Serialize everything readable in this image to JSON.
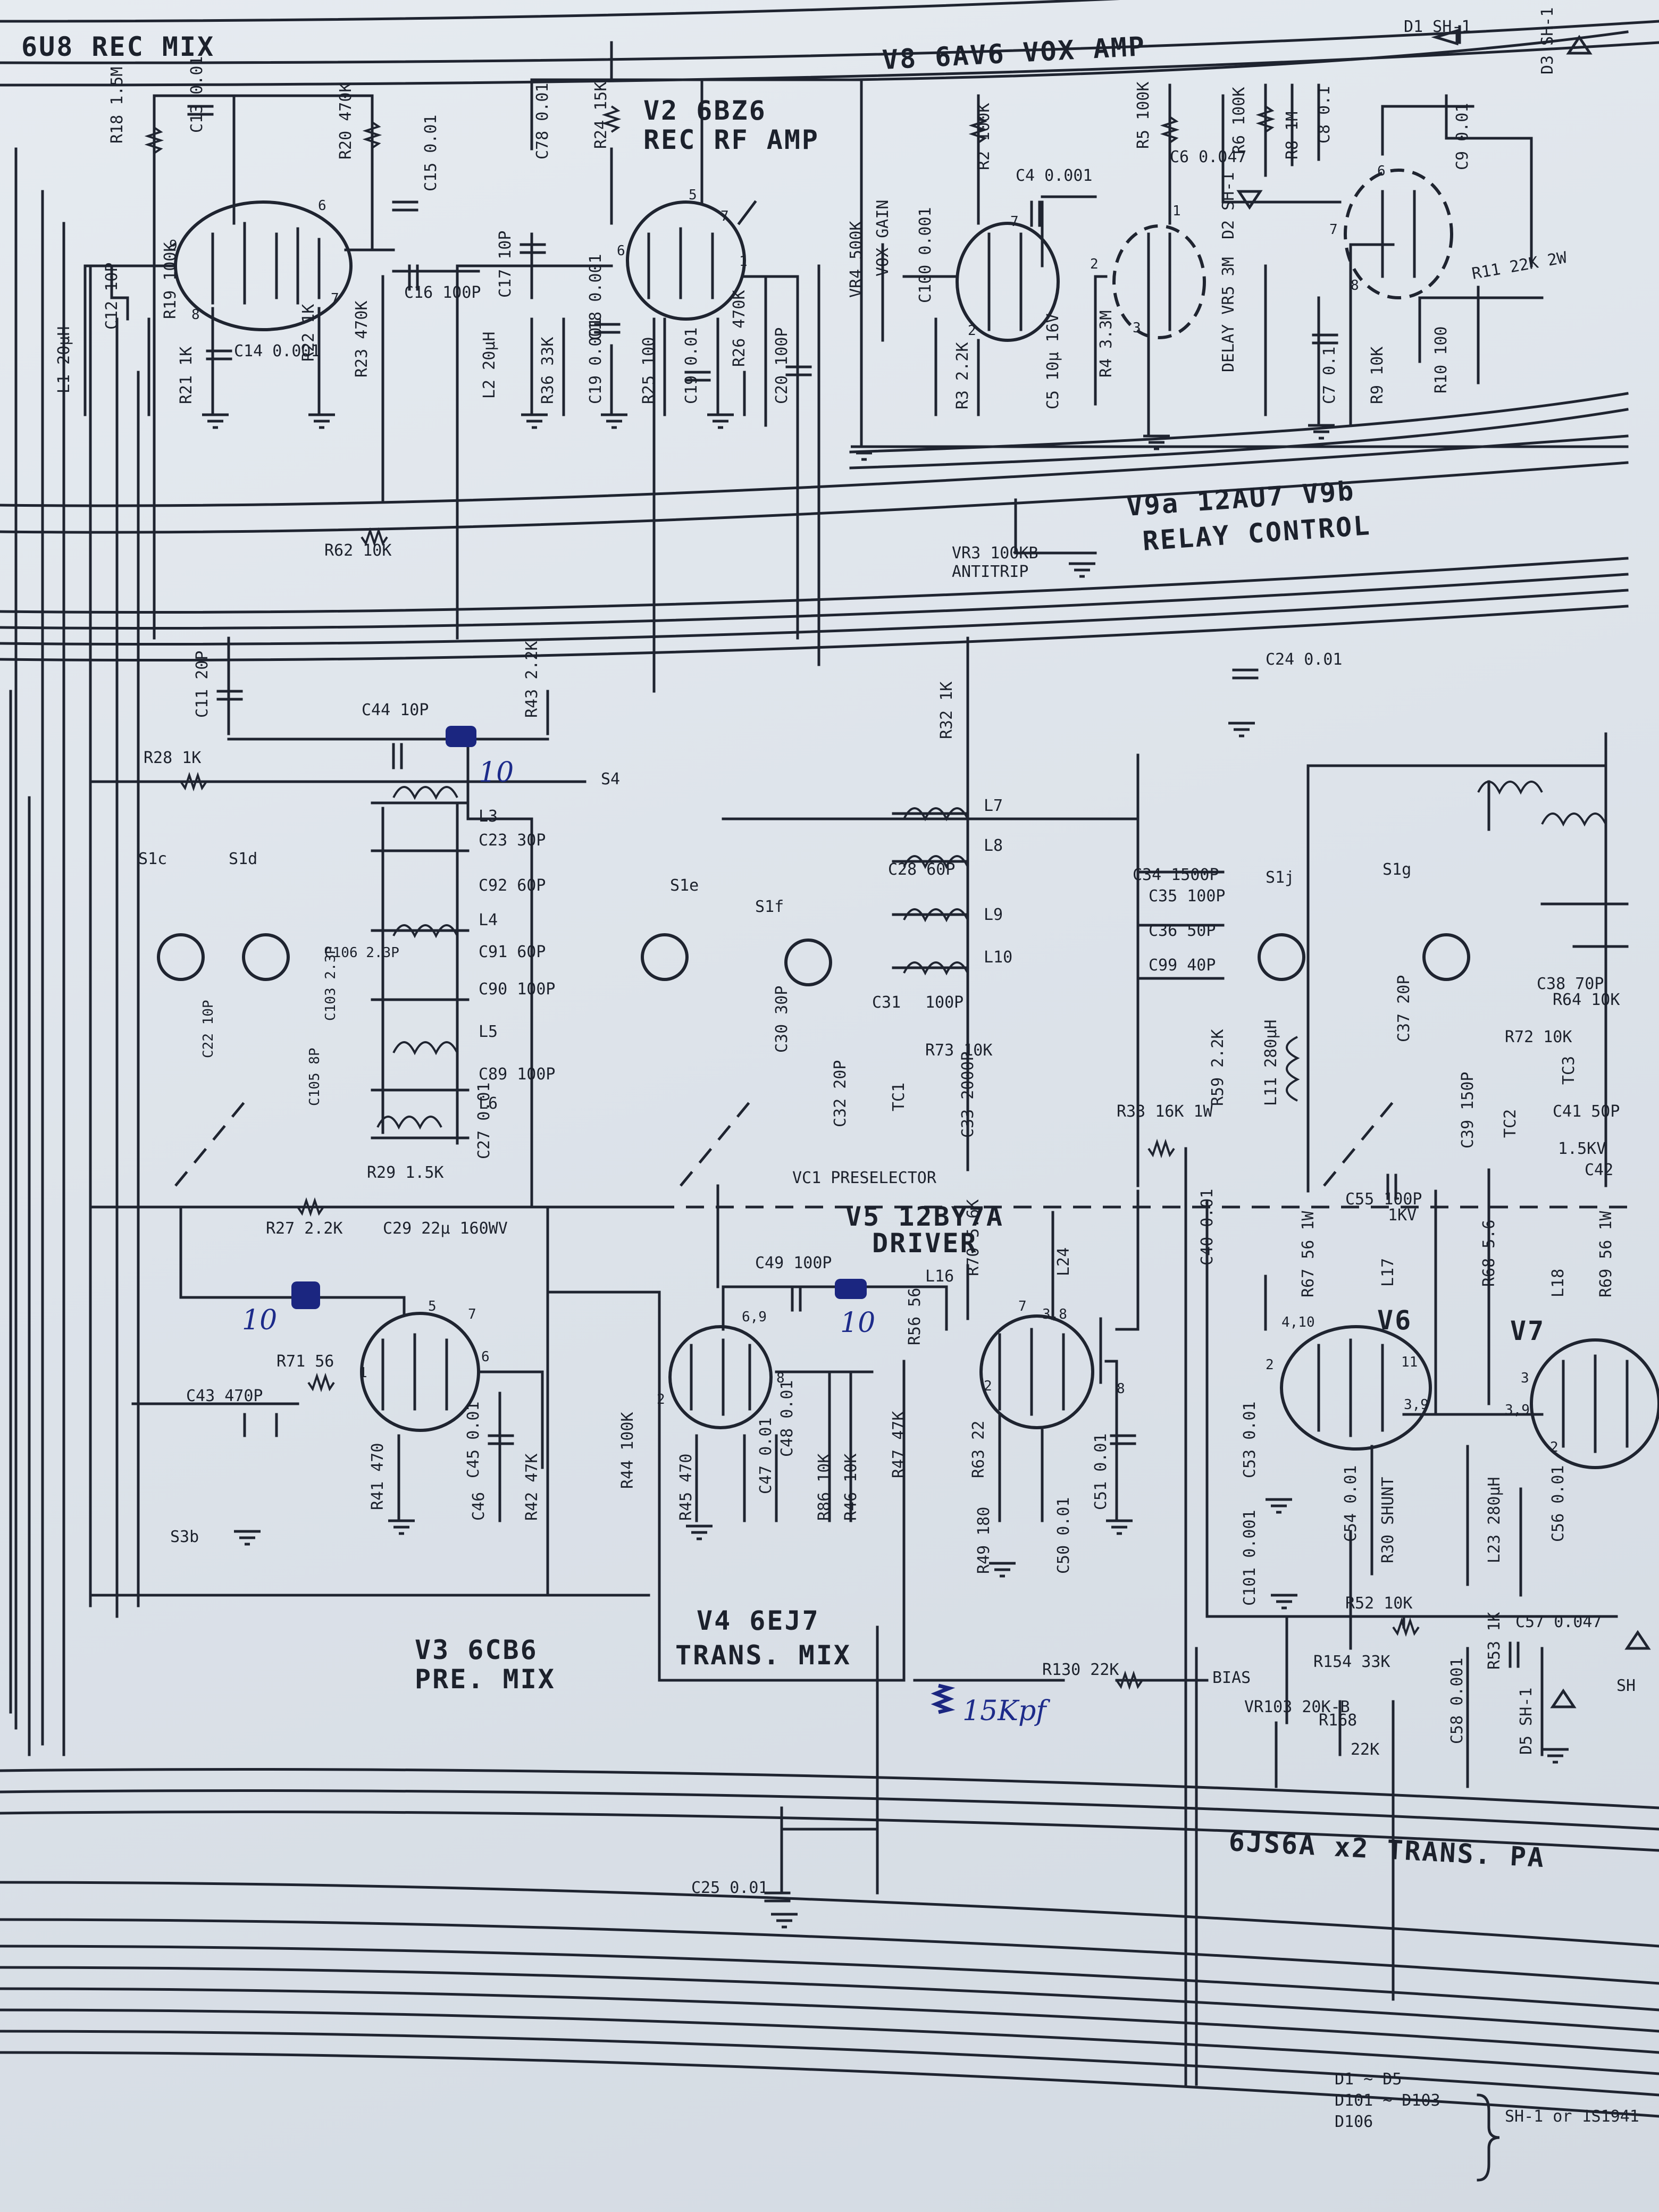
{
  "sections": {
    "rec_mix": "6U8 REC MIX",
    "rec_rf_amp_tube": "V2 6BZ6",
    "rec_rf_amp": "REC RF AMP",
    "vox_amp": "V8 6AV6 VOX AMP",
    "relay_tubes": "V9a 12AU7  V9b",
    "relay_control": "RELAY CONTROL",
    "driver_tube": "V5 12BY7A",
    "driver": "DRIVER",
    "pre_mix_tube": "V3 6CB6",
    "pre_mix": "PRE. MIX",
    "trans_mix_tube": "V4 6EJ7",
    "trans_mix": "TRANS. MIX",
    "pa": "6JS6A x2  TRANS. PA",
    "preselector": "VC1 PRESELECTOR",
    "v6": "V6",
    "v7": "V7"
  },
  "components": {
    "r18": "R18 1.5M",
    "c13": "C13 0.01",
    "r20": "R20 470K",
    "c15": "C15 0.01",
    "c78": "C78 0.01",
    "r24": "R24 15K",
    "l1": "L1 20µH",
    "c12": "C12 10P",
    "r19": "R19 100K",
    "c14": "C14 0.001",
    "r21": "R21 1K",
    "r22": "R22 1K",
    "r23": "R23 470K",
    "c16": "C16 100P",
    "c17": "C17 10P",
    "l2": "L2 20µH",
    "r36": "R36 33K",
    "c18": "C18 0.001",
    "c19": "C19 0.001",
    "r25": "R25 100",
    "c19b": "C19 0.01",
    "r26": "R26 470K",
    "c20": "C20 100P",
    "vr4": "VR4 500K",
    "vox_gain": "VOX GAIN",
    "c100": "C100 0.001",
    "r2": "R2 100K",
    "c4": "C4 0.001",
    "r3": "R3 2.2K",
    "c5": "C5 10µ 16V",
    "r4": "R4 3.3M",
    "r5": "R5 100K",
    "c6": "C6 0.047",
    "r6": "R6 100K",
    "r8": "R8 1M",
    "c8": "C8 0.1",
    "c9": "C9 0.01",
    "r11": "R11 22K 2W",
    "delay": "DELAY VR5 3M",
    "c7": "C7 0.1",
    "r9": "R9 10K",
    "r10": "R10 100",
    "vr3": "VR3 100KB",
    "antitrip": "ANTITRIP",
    "r62": "R62 10K",
    "c24": "C24 0.01",
    "c11": "C11 20P",
    "c44": "C44 10P",
    "r43": "R43 2.2K",
    "r28": "R28 1K",
    "s4": "S4",
    "s1e": "S1e",
    "s1c": "S1c",
    "s1d": "S1d",
    "s1f": "S1f",
    "s1j": "S1j",
    "s1g": "S1g",
    "l3": "L3",
    "c23": "C23 30P",
    "c92": "C92 60P",
    "l4": "L4",
    "c91": "C91 60P",
    "c90": "C90 100P",
    "l5": "L5",
    "c89": "C89 100P",
    "l6": "L6",
    "c27": "C27 0.01",
    "r29": "R29 1.5K",
    "c106": "C106 2.3P",
    "c103": "C103 2.3P",
    "c105": "C105 8P",
    "c22": "C22 10P",
    "r32": "R32 1K",
    "l7": "L7",
    "l8": "L8",
    "c28": "C28 60P",
    "l9": "L9",
    "l10": "L10",
    "c31": "C31",
    "c31b": "100P",
    "r73": "R73 10K",
    "c30": "C30 30P",
    "c32": "C32 20P",
    "tc1": "TC1",
    "c33": "C33 2000P",
    "c34": "C34 1500P",
    "c35": "C35 100P",
    "c36": "C36 50P",
    "c99": "C99 40P",
    "r59": "R59 2.2K",
    "l11": "L11 280µH",
    "r33": "R33 16K 1W",
    "c37": "C37 20P",
    "c38": "C38 70P",
    "r72": "R72 10K",
    "r64": "R64 10K",
    "c39": "C39 150P",
    "tc2": "TC2",
    "tc3": "TC3",
    "c41": "C41 50P",
    "c41v": "1.5KV",
    "c42": "C42",
    "c40": "C40 0.01",
    "c55": "C55 100P",
    "c55v": "1KV",
    "r27": "R27 2.2K",
    "c29": "C29 22µ 160WV",
    "c49": "C49 100P",
    "l16": "L16",
    "r56": "R56 56",
    "r70": "R70 5.6K",
    "l24": "L24",
    "r67": "R67 56 1W",
    "l17": "L17",
    "r68": "R68 5.6",
    "l18": "L18",
    "r69": "R69 56 1W",
    "r71": "R71 56",
    "c43": "C43 470P",
    "s3b": "S3b",
    "r41": "R41 470",
    "c45": "C45 0.01",
    "c46": "C46",
    "r42": "R42 47K",
    "r44": "R44 100K",
    "r45": "R45 470",
    "c47": "C47 0.01",
    "c48": "C48 0.01",
    "r86": "R86 10K",
    "r46": "R46 10K",
    "r47": "R47 47K",
    "r63": "R63 22",
    "r49": "R49 180",
    "c50": "C50 0.01",
    "c51": "C51 0.01",
    "c53": "C53 0.01",
    "c54": "C54 0.01",
    "r30": "R30 SHUNT",
    "l23": "L23 280µH",
    "c56": "C56 0.01",
    "c101": "C101 0.001",
    "r52": "R52 10K",
    "r53": "R53 1K",
    "c57": "C57 0.047",
    "c58": "C58 0.001",
    "r130": "R130 22K",
    "bias": "BIAS",
    "vr103": "VR103 20K-B",
    "r154": "R154 33K",
    "r168": "R168",
    "r168v": "22K",
    "c25": "C25 0.01",
    "d1": "D1 SH-1",
    "d2": "D2 SH-1",
    "d3": "D3 SH-1",
    "d5": "D5 SH-1",
    "sh": "SH"
  },
  "tube_pins": {
    "p9": "9",
    "p6": "6",
    "p8": "8",
    "p7": "7",
    "p5": "5",
    "p1": "1",
    "p2": "2",
    "p3": "3",
    "p4_10": "4,10",
    "p11": "11",
    "p3_9": "3,9",
    "p6_9": "6,9",
    "p3_8": "3,8"
  },
  "handwritten": {
    "mark_a": "10",
    "mark_b": "10",
    "mark_c": "10",
    "note_15k": "15Kpf"
  },
  "legend": {
    "line1": "D1 ~ D5",
    "line2": "D101 ~ D103",
    "line3": "D106",
    "brace_note": "SH-1 or 1S1941"
  }
}
